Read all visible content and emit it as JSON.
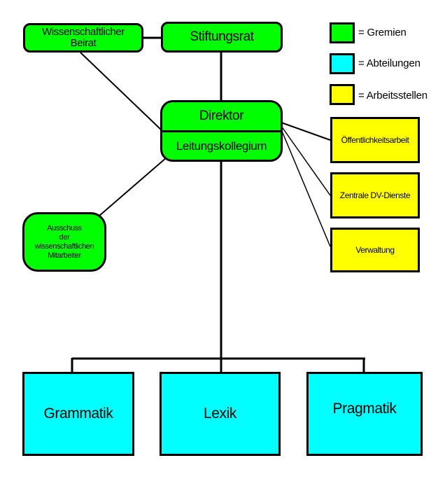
{
  "nodes": {
    "beirat": {
      "label_line1": "Wissenschaftlicher",
      "label_line2": "Beirat",
      "color": "#00ff00"
    },
    "stiftungsrat": {
      "label": "Stiftungsrat",
      "color": "#00ff00"
    },
    "direktor": {
      "label": "Direktor",
      "color": "#00ff00"
    },
    "leitungskollegium": {
      "label": "Leitungskollegium",
      "color": "#00ff00"
    },
    "ausschuss": {
      "line1": "Ausschuss",
      "line2": "der",
      "line3": "wissenschaftlichen",
      "line4": "Mitarbeiter",
      "color": "#00ff00"
    },
    "oeffentlichkeit": {
      "label": "Öffentlichkeitsarbeit",
      "color": "#ffff00"
    },
    "zentrale": {
      "label": "Zentrale DV-Dienste",
      "color": "#ffff00"
    },
    "verwaltung": {
      "label": "Verwaltung",
      "color": "#ffff00"
    },
    "grammatik": {
      "label": "Grammatik",
      "color": "#00ffff"
    },
    "lexik": {
      "label": "Lexik",
      "color": "#00ffff"
    },
    "pragmatik": {
      "label": "Pragmatik",
      "color": "#00ffff"
    }
  },
  "legend": {
    "gremien": {
      "label": "= Gremien",
      "color": "#00ff00"
    },
    "abteilungen": {
      "label": "= Abteilungen",
      "color": "#00ffff"
    },
    "arbeitsstellen": {
      "label": "= Arbeitsstellen",
      "color": "#ffff00"
    }
  }
}
